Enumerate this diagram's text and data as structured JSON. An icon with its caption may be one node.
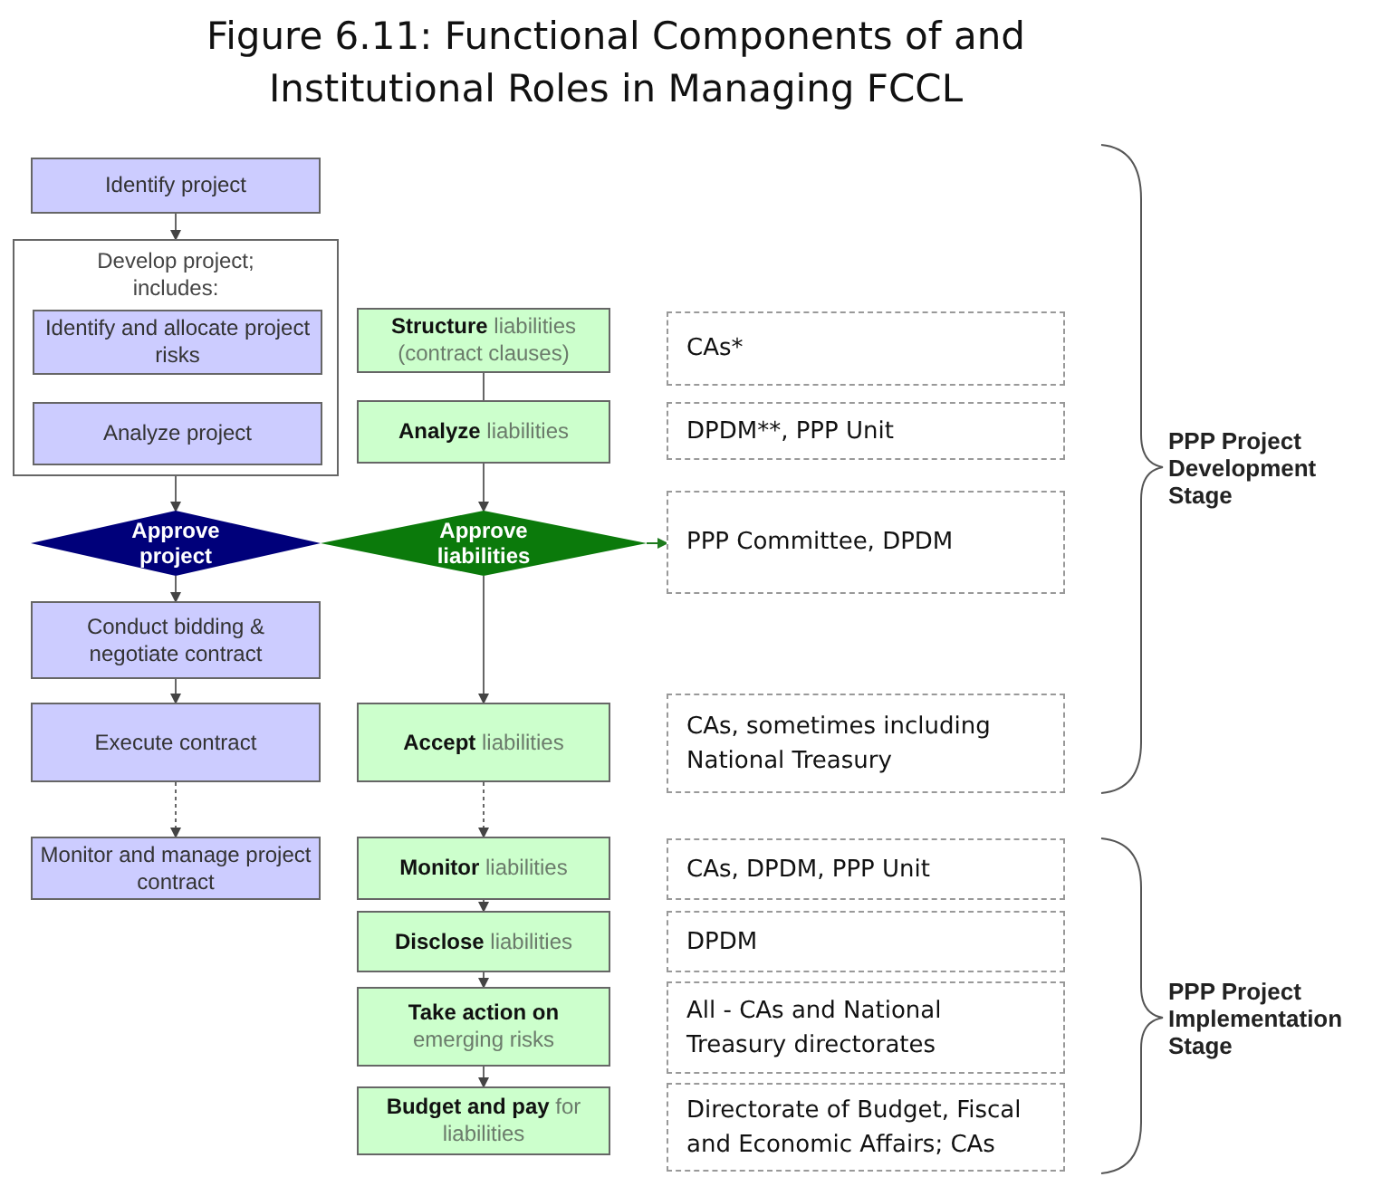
{
  "diagram": {
    "title": "Figure 6.11: Functional Components of and Institutional Roles in Managing FCCL",
    "nodes": [
      {
        "text": [
          "Identify project"
        ]
      },
      {
        "text": [
          "Develop project; includes:"
        ]
      },
      {
        "text": [
          "Identify and allocate project risks"
        ],
        "in": 1
      },
      {
        "text": [
          "Analyze project"
        ],
        "in": 1
      },
      {
        "text": [
          "**Structure** liabilities (contract clauses)"
        ]
      },
      {
        "text": [
          "CAs*"
        ]
      },
      {
        "text": [
          "**Analyze** liabilities"
        ]
      },
      {
        "text": [
          "DPDM**, PPP Unit"
        ]
      },
      {
        "text": [
          "Approve project"
        ]
      },
      {
        "text": [
          "Approve liabilities"
        ]
      },
      {
        "text": [
          "PPP Committee, DPDM"
        ]
      },
      {
        "text": [
          "Conduct bidding & negotiate contract"
        ]
      },
      {
        "text": [
          "Execute contract"
        ]
      },
      {
        "text": [
          "**Accept** liabilities"
        ]
      },
      {
        "text": [
          "CAs, sometimes including National Treasury"
        ]
      },
      {
        "text": [
          "Monitor and manage project contract"
        ]
      },
      {
        "text": [
          "**Monitor** liabilities"
        ]
      },
      {
        "text": [
          "CAs, DPDM, PPP Unit"
        ]
      },
      {
        "text": [
          "**Disclose** liabilities"
        ]
      },
      {
        "text": [
          "DPDM"
        ]
      },
      {
        "text": [
          "**Take action on** emerging risks"
        ]
      },
      {
        "text": [
          "All - CAs and National Treasury directorates"
        ]
      },
      {
        "text": [
          "**Budget and pay** for liabilities"
        ]
      },
      {
        "text": [
          "Directorate of Budget, Fiscal and Economic Affairs; CAs"
        ]
      }
    ],
    "edges": [
      {
        "from": 0,
        "to": 1,
        "arrow": "to"
      },
      {
        "from": 1,
        "to": 8,
        "arrow": "to"
      },
      {
        "from": 8,
        "to": 11,
        "arrow": "to"
      },
      {
        "from": 11,
        "to": 12,
        "arrow": "to"
      },
      {
        "from": 12,
        "to": 15,
        "arrow": "to",
        "style": "dashed"
      },
      {
        "from": 4,
        "to": 6,
        "arrow": "none"
      },
      {
        "from": 6,
        "to": 9,
        "arrow": "to"
      },
      {
        "from": 9,
        "to": 10,
        "arrow": "to",
        "color": "#1e7b1e"
      },
      {
        "from": 9,
        "to": 13,
        "arrow": "to"
      },
      {
        "from": 13,
        "to": 16,
        "arrow": "to",
        "style": "dashed"
      },
      {
        "from": 16,
        "to": 18,
        "arrow": "to"
      },
      {
        "from": 18,
        "to": 20,
        "arrow": "to"
      },
      {
        "from": 20,
        "to": 22,
        "arrow": "to"
      }
    ],
    "labels": [
      "PPP Project Development Stage",
      "PPP Project Implementation Stage"
    ]
  }
}
